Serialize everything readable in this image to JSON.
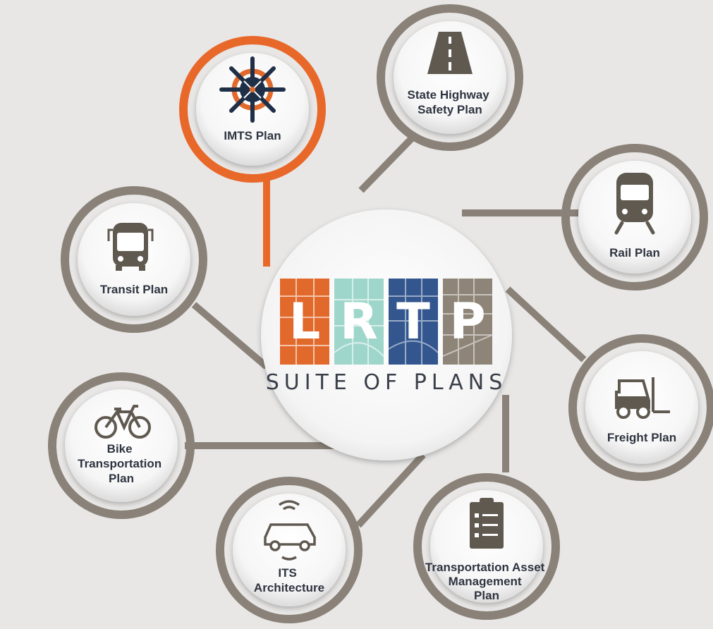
{
  "center": {
    "logo_letters": [
      "L",
      "R",
      "T",
      "P"
    ],
    "logo_colors": [
      "#e2692c",
      "#9fd6cb",
      "#33568f",
      "#8e8578"
    ],
    "subtitle": "SUITE OF PLANS"
  },
  "colors": {
    "background": "#e8e7e6",
    "connector": "#8a8278",
    "highlight": "#e8682a"
  },
  "nodes": [
    {
      "id": "imts-plan",
      "lines": [
        "IMTS Plan"
      ],
      "icon": "ship-wheel-icon",
      "highlighted": true
    },
    {
      "id": "state-highway-safety-plan",
      "lines": [
        "State Highway",
        "Safety Plan"
      ],
      "icon": "road-icon",
      "highlighted": false
    },
    {
      "id": "rail-plan",
      "lines": [
        "Rail Plan"
      ],
      "icon": "train-icon",
      "highlighted": false
    },
    {
      "id": "freight-plan",
      "lines": [
        "Freight Plan"
      ],
      "icon": "forklift-icon",
      "highlighted": false
    },
    {
      "id": "transportation-asset-management-plan",
      "lines": [
        "Transportation Asset",
        "Management",
        "Plan"
      ],
      "icon": "clipboard-icon",
      "highlighted": false
    },
    {
      "id": "its-architecture",
      "lines": [
        "ITS",
        "Architecture"
      ],
      "icon": "connected-car-icon",
      "highlighted": false
    },
    {
      "id": "bike-transportation-plan",
      "lines": [
        "Bike",
        "Transportation",
        "Plan"
      ],
      "icon": "bicycle-icon",
      "highlighted": false
    },
    {
      "id": "transit-plan",
      "lines": [
        "Transit Plan"
      ],
      "icon": "bus-icon",
      "highlighted": false
    }
  ]
}
